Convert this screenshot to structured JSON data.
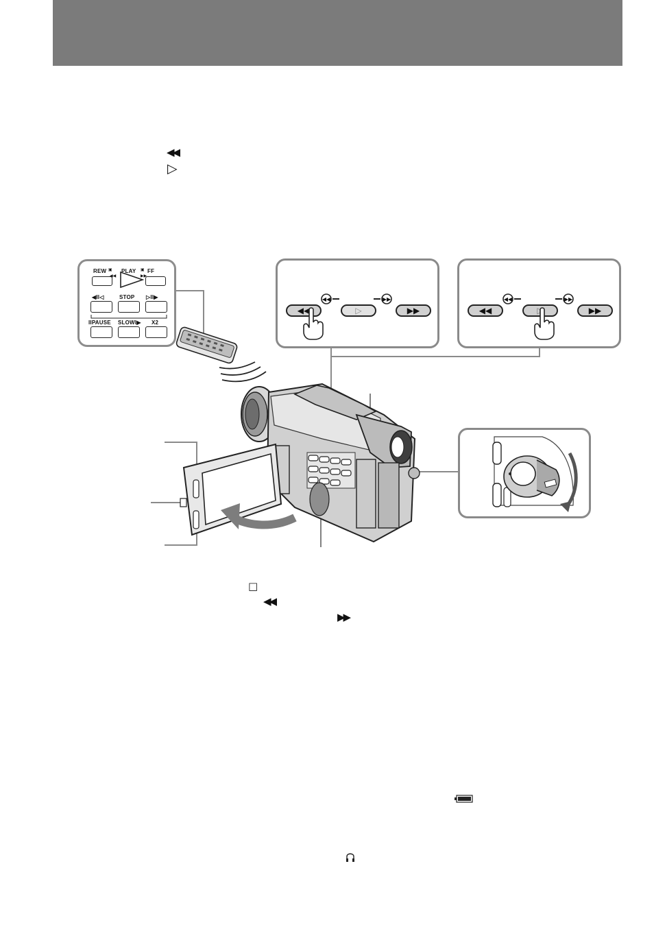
{
  "header": {
    "bar_color": "#7b7b7b"
  },
  "intro_icons": {
    "rewind_icon": "◀◀",
    "play_icon": "▷"
  },
  "remote": {
    "rew_label": "REW",
    "play_label": "PLAY",
    "ff_label": "FF",
    "frame_back_label": "◀II◁",
    "stop_label": "STOP",
    "frame_fwd_label": "▷II▶",
    "pause_label": "IIPAUSE",
    "slow_label": "SLOWI▶",
    "x2_label": "X2"
  },
  "panel_left": {
    "rew_button": "◀◀",
    "play_button": "▷",
    "ff_button": "▶▶"
  },
  "panel_right": {
    "rew_button": "◀◀",
    "play_button": "▷",
    "ff_button": "▶▶"
  },
  "bottom_icons": {
    "stop_icon": "□",
    "rewind_icon": "◀◀",
    "ff_icon": "▶▶",
    "battery_icon": "battery-icon",
    "headphones_icon": "Ω"
  }
}
